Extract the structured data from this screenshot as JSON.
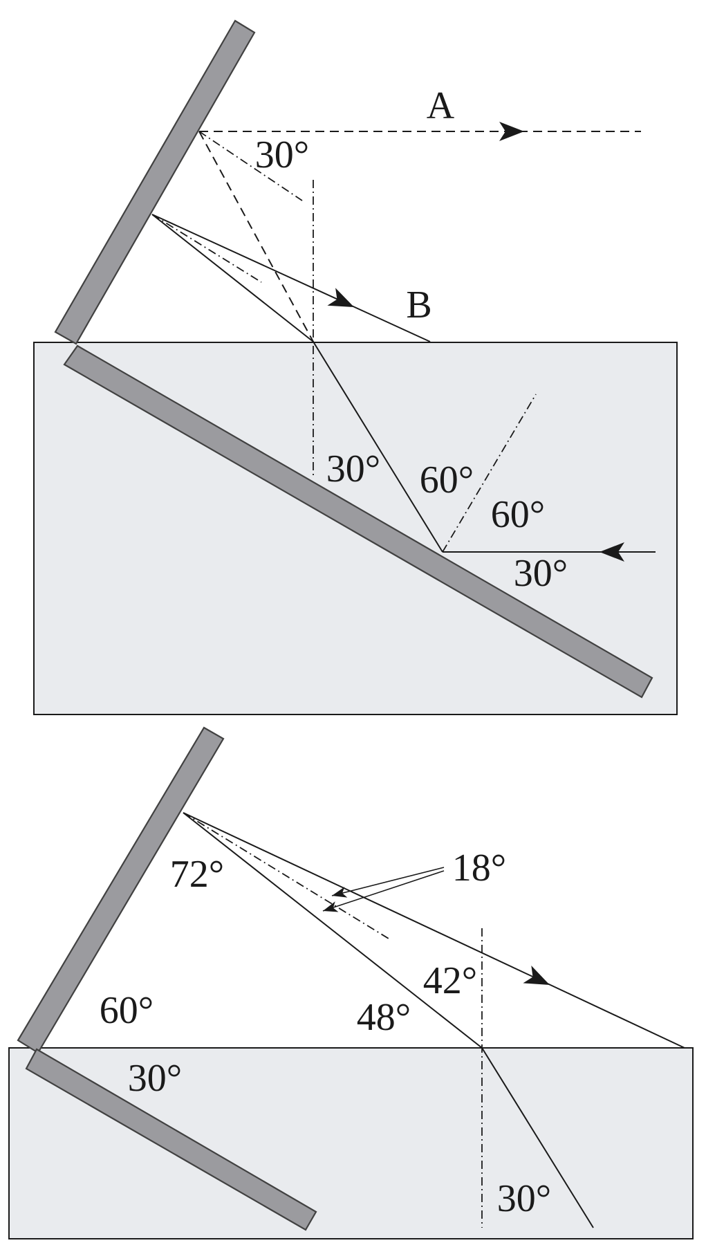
{
  "colors": {
    "water": "#e9ebee",
    "mirror": "#9b9b9f",
    "mirror-outline": "#414141",
    "line": "#1a1a1a"
  },
  "top_diagram": {
    "ray_a_label": "A",
    "ray_b_label": "B",
    "angle_a_to_mirror_normal": "30°",
    "angle_underwater_to_vertical": "30°",
    "angle_reflected_to_mirror_normal": "60°",
    "angle_mirror_normal_to_incident": "60°",
    "angle_incident_to_mirror": "30°"
  },
  "bottom_diagram": {
    "angle_mirror_to_ray": "72°",
    "angle_between_split_rays": "18°",
    "angle_upper_ray_to_vertical": "42°",
    "angle_lower_ray_to_vertical": "48°",
    "angle_mirror_to_surface": "60°",
    "angle_submerged_mirror_to_surface": "30°",
    "angle_refracted_to_vertical": "30°"
  }
}
